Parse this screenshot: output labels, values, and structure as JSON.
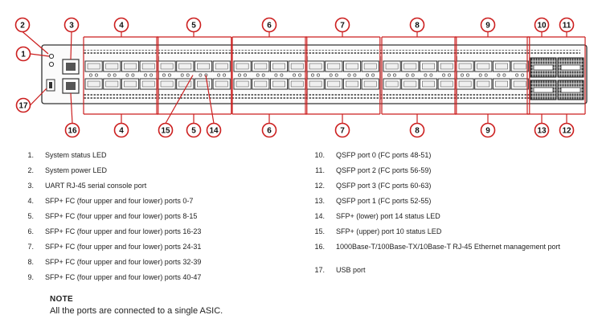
{
  "callouts": {
    "top": [
      "2",
      "3",
      "4",
      "5",
      "6",
      "7",
      "8",
      "9",
      "10",
      "11"
    ],
    "left": [
      "1",
      "17"
    ],
    "bottom": [
      "16",
      "4",
      "15",
      "5",
      "14",
      "6",
      "7",
      "8",
      "9",
      "13",
      "12"
    ]
  },
  "legend": {
    "left": [
      {
        "num": "1.",
        "text": "System status LED"
      },
      {
        "num": "2.",
        "text": "System power LED"
      },
      {
        "num": "3.",
        "text": "UART RJ-45 serial console port"
      },
      {
        "num": "4.",
        "text": "SFP+ FC (four upper and four lower) ports 0-7"
      },
      {
        "num": "5.",
        "text": "SFP+ FC (four upper and four lower) ports 8-15"
      },
      {
        "num": "6.",
        "text": "SFP+ FC (four upper and four lower) ports 16-23"
      },
      {
        "num": "7.",
        "text": "SFP+ FC (four upper and four lower) ports 24-31"
      },
      {
        "num": "8.",
        "text": "SFP+ FC (four upper and four lower) ports 32-39"
      },
      {
        "num": "9.",
        "text": "SFP+ FC (four upper and four lower) ports 40-47"
      }
    ],
    "right": [
      {
        "num": "10.",
        "text": "QSFP port 0 (FC ports 48-51)"
      },
      {
        "num": "11.",
        "text": "QSFP port 2 (FC ports 56-59)"
      },
      {
        "num": "12.",
        "text": "QSFP port 3 (FC ports 60-63)"
      },
      {
        "num": "13.",
        "text": "QSFP port 1 (FC ports 52-55)"
      },
      {
        "num": "14.",
        "text": "SFP+ (lower) port 14 status LED"
      },
      {
        "num": "15.",
        "text": "SFP+ (upper) port 10 status LED"
      },
      {
        "num": "16.",
        "text": "1000Base-T/100Base-TX/10Base-T RJ-45 Ethernet management port"
      },
      {
        "num": "17.",
        "text": "USB port"
      }
    ]
  },
  "note": {
    "title": "NOTE",
    "text": "All the ports are connected to a single ASIC."
  },
  "colors": {
    "callout_red": "#cc1f1f",
    "chassis_line": "#333333"
  }
}
